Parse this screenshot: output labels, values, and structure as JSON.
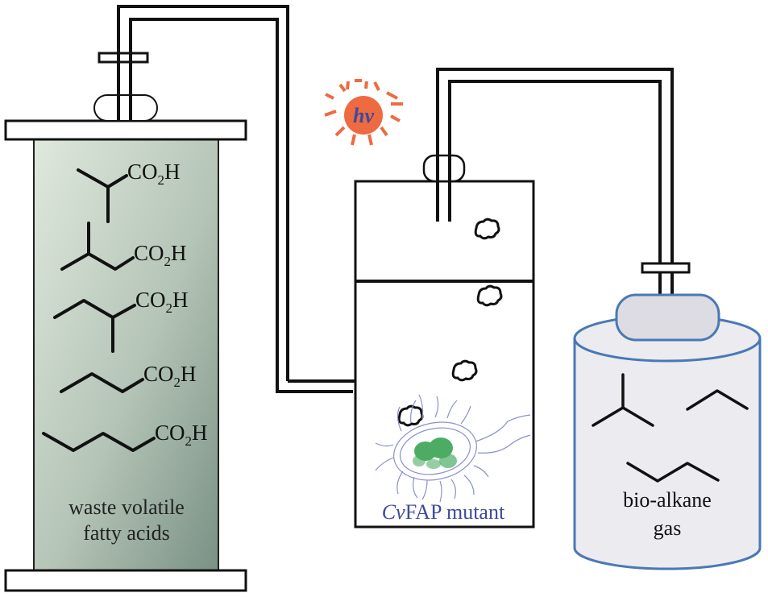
{
  "diagram": {
    "title": "Photobiocatalytic conversion of waste volatile fatty acids to bio-alkane gas",
    "feed_tank": {
      "label_line1": "waste volatile",
      "label_line2": "fatty acids",
      "acids": [
        {
          "name": "isobutyric acid",
          "group": "CO",
          "sub": "2",
          "h": "H"
        },
        {
          "name": "isovaleric acid",
          "group": "CO",
          "sub": "2",
          "h": "H"
        },
        {
          "name": "2-methylbutyric acid",
          "group": "CO",
          "sub": "2",
          "h": "H"
        },
        {
          "name": "butyric acid",
          "group": "CO",
          "sub": "2",
          "h": "H"
        },
        {
          "name": "valeric acid",
          "group": "CO",
          "sub": "2",
          "h": "H"
        }
      ],
      "fill_color_top": "#dde8db",
      "fill_color_bottom": "#7f968a"
    },
    "light_source": {
      "symbol": "hv",
      "sun_color": "#ee6a40",
      "text_color": "#3d4a9b"
    },
    "reactor": {
      "label_italic": "Cv",
      "label_rest": "FAP mutant",
      "label_color": "#3d4a9b",
      "enzyme_color": "#2e9e4a",
      "cell_outline_color": "#8a8fd0"
    },
    "gas_tank": {
      "label_line1": "bio-alkane",
      "label_line2": "gas",
      "products": [
        "isobutane",
        "propane",
        "butane"
      ],
      "outline_color": "#4a78b5",
      "fill_color": "#ebebf0"
    }
  }
}
